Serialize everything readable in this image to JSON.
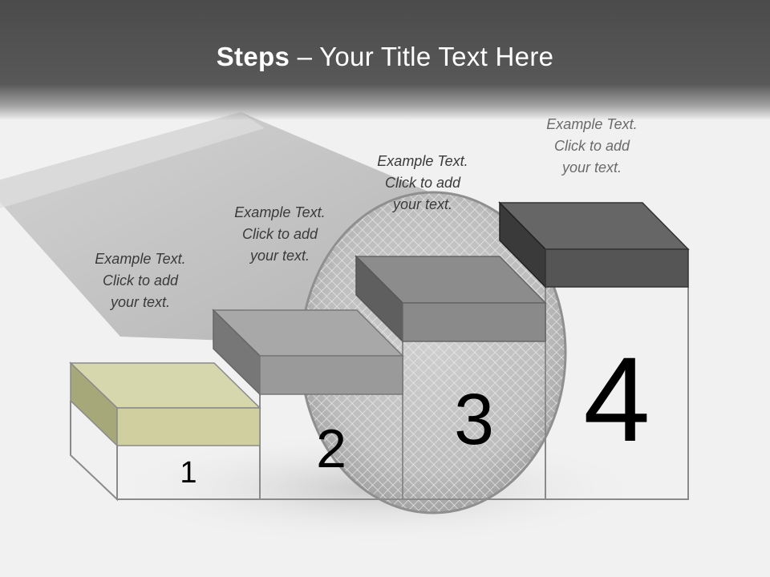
{
  "slide": {
    "title_bold": "Steps",
    "title_rest": " – Your Title Text Here"
  },
  "steps": [
    {
      "number": "1",
      "line1": "Example Text.",
      "line2": "Click  to add",
      "line3": "your text.",
      "top_color": "#d6d7ad",
      "front_color": "#cfcfa0",
      "side_color": "#a7a87a"
    },
    {
      "number": "2",
      "line1": "Example Text.",
      "line2": "Click  to add",
      "line3": "your text.",
      "top_color": "#a8a8a8",
      "front_color": "#9a9a9a",
      "side_color": "#777777"
    },
    {
      "number": "3",
      "line1": "Example Text.",
      "line2": "Click  to add",
      "line3": "your text.",
      "top_color": "#8c8c8c",
      "front_color": "#8a8a8a",
      "side_color": "#5f5f5f"
    },
    {
      "number": "4",
      "line1": "Example Text.",
      "line2": "Click  to add",
      "line3": "your text.",
      "top_color": "#666666",
      "front_color": "#555555",
      "side_color": "#3a3a3a"
    }
  ]
}
